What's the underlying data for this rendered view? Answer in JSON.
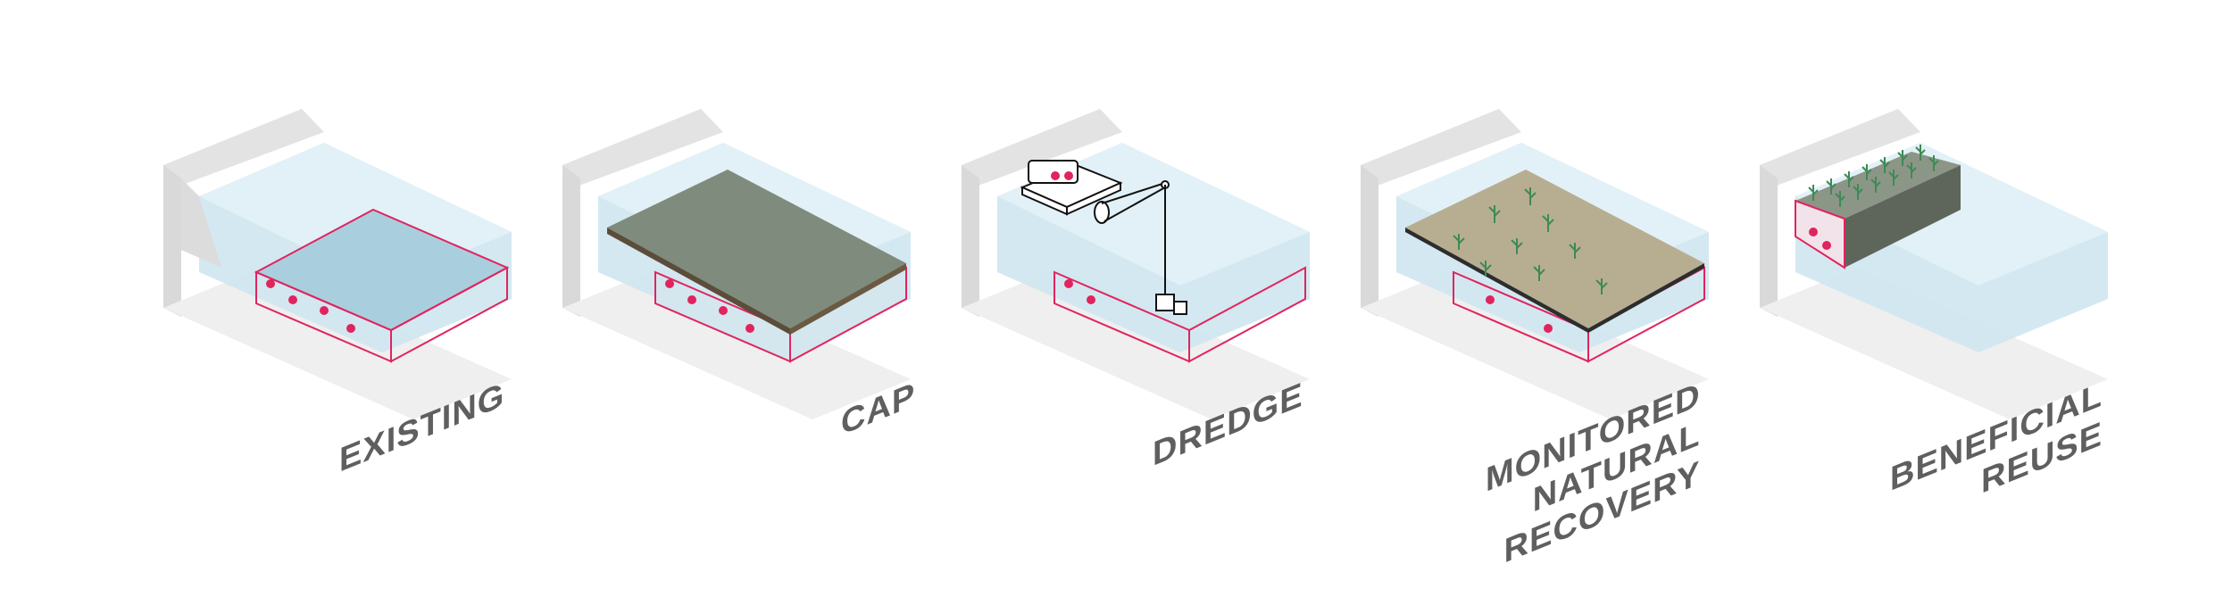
{
  "colors": {
    "ground_top": "#e3e3e3",
    "ground_side": "#efefef",
    "ground_face": "#d6d6d6",
    "water_surface": "#dbeef5",
    "water_body": "#c6e2ee",
    "water_deep": "#aed3e3",
    "contaminant": "#e0245e",
    "cap_top": "#7f8b7c",
    "cap_edge": "#5b4d3a",
    "recovery_top": "#b7ae92",
    "plant": "#3e8a56",
    "label": "#5f5f5f"
  },
  "panels": [
    {
      "id": "existing",
      "label_lines": [
        "EXISTING"
      ],
      "icon": "contaminated-sediment"
    },
    {
      "id": "cap",
      "label_lines": [
        "CAP"
      ],
      "icon": "cap-layer"
    },
    {
      "id": "dredge",
      "label_lines": [
        "DREDGE"
      ],
      "icon": "dredge-barge"
    },
    {
      "id": "mnr",
      "label_lines": [
        "MONITORED",
        "NATURAL",
        "RECOVERY"
      ],
      "icon": "natural-recovery"
    },
    {
      "id": "reuse",
      "label_lines": [
        "BENEFICIAL",
        "REUSE"
      ],
      "icon": "planted-berm"
    }
  ]
}
